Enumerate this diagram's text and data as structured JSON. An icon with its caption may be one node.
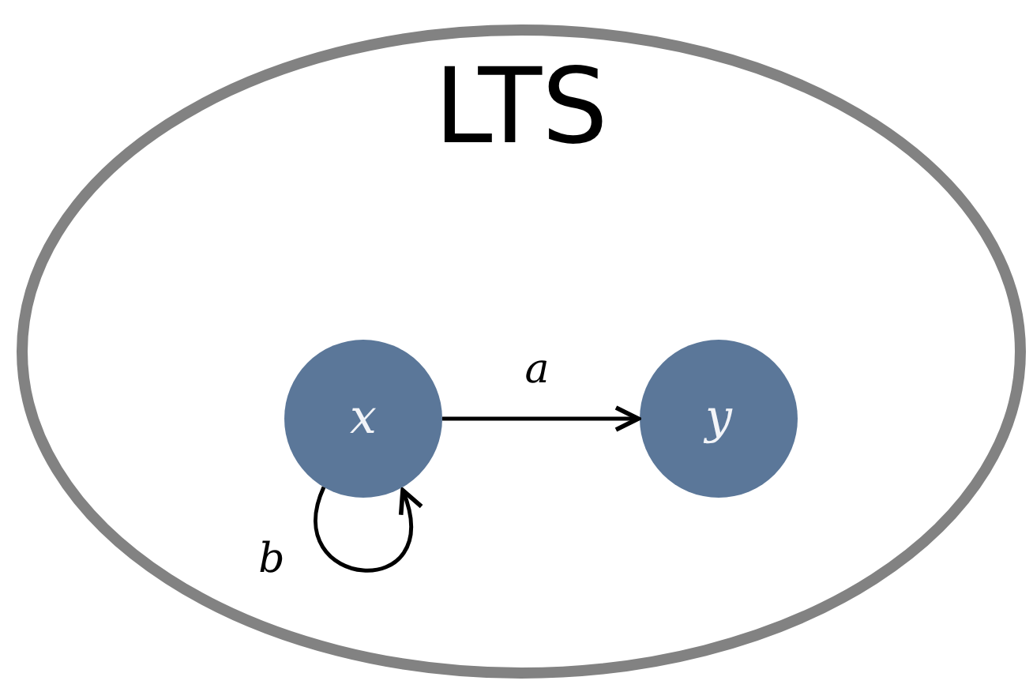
{
  "diagram": {
    "nodes": [
      {
        "text": [
          "LTS"
        ]
      },
      {
        "text": [
          "x"
        ],
        "in": 0
      },
      {
        "text": [
          "y"
        ],
        "in": 0
      }
    ],
    "edges": [
      {
        "from": 1,
        "to": 2,
        "arrow": "to",
        "label": "a"
      },
      {
        "from": 1,
        "to": 1,
        "arrow": "to",
        "label": "b"
      }
    ]
  }
}
